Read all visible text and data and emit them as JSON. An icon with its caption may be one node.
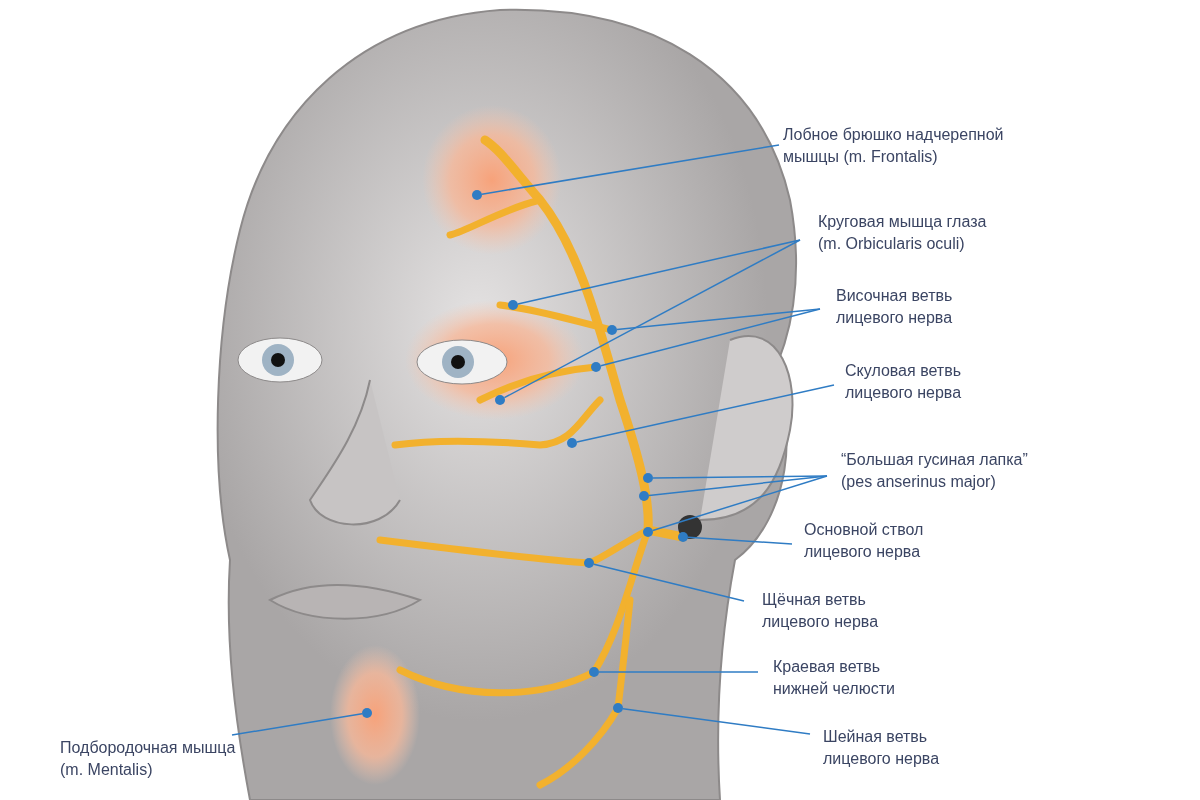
{
  "diagram": {
    "nodes": [
      {
        "text": [
          "Лобное брюшко надчерепной мышцы (m. Frontalis)"
        ]
      },
      {
        "text": [],
        "shape": "circle"
      },
      {
        "text": [
          "Круговая мышца глаза (m. Orbicularis oculi)"
        ]
      },
      {
        "text": [],
        "shape": "circle"
      },
      {
        "text": [],
        "shape": "circle"
      },
      {
        "text": [
          "Височная ветвь лицевого нерва"
        ]
      },
      {
        "text": [],
        "shape": "circle"
      },
      {
        "text": [],
        "shape": "circle"
      },
      {
        "text": [
          "Скуловая ветвь лицевого нерва"
        ]
      },
      {
        "text": [],
        "shape": "circle"
      },
      {
        "text": [
          "“Большая гусиная лапка” (pes anserinus major)"
        ]
      },
      {
        "text": [],
        "shape": "circle"
      },
      {
        "text": [],
        "shape": "circle"
      },
      {
        "text": [],
        "shape": "circle"
      },
      {
        "text": [
          "Основной ствол лицевого нерва"
        ]
      },
      {
        "text": [],
        "shape": "circle"
      },
      {
        "text": [
          "Щёчная ветвь лицевого нерва"
        ]
      },
      {
        "text": [],
        "shape": "circle"
      },
      {
        "text": [
          "Краевая ветвь нижней челюсти"
        ]
      },
      {
        "text": [],
        "shape": "circle"
      },
      {
        "text": [
          "Шейная ветвь лицевого нерва"
        ]
      },
      {
        "text": [],
        "shape": "circle"
      },
      {
        "text": [
          "Подбородочная мышца (m. Mentalis)"
        ]
      },
      {
        "text": [],
        "shape": "circle"
      }
    ],
    "edges": [
      {
        "from": 0,
        "to": 1,
        "arrow": "none"
      },
      {
        "from": 2,
        "to": 3,
        "arrow": "none"
      },
      {
        "from": 2,
        "to": 4,
        "arrow": "none"
      },
      {
        "from": 5,
        "to": 6,
        "arrow": "none"
      },
      {
        "from": 5,
        "to": 7,
        "arrow": "none"
      },
      {
        "from": 8,
        "to": 9,
        "arrow": "none"
      },
      {
        "from": 10,
        "to": 11,
        "arrow": "none"
      },
      {
        "from": 10,
        "to": 12,
        "arrow": "none"
      },
      {
        "from": 10,
        "to": 13,
        "arrow": "none"
      },
      {
        "from": 14,
        "to": 15,
        "arrow": "none"
      },
      {
        "from": 16,
        "to": 17,
        "arrow": "none"
      },
      {
        "from": 18,
        "to": 19,
        "arrow": "none"
      },
      {
        "from": 20,
        "to": 21,
        "arrow": "none"
      },
      {
        "from": 22,
        "to": 23,
        "arrow": "none"
      }
    ]
  }
}
